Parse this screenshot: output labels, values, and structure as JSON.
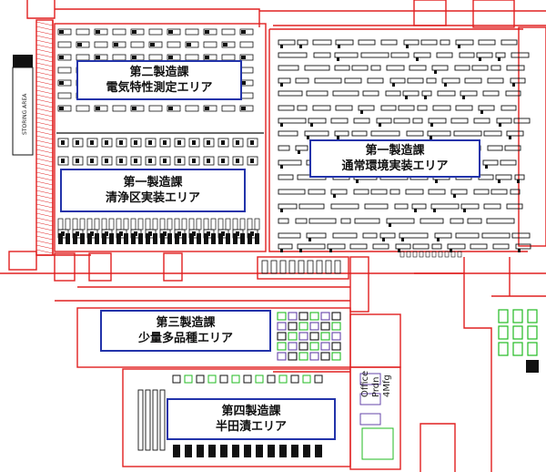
{
  "areas": {
    "second_electrical": {
      "line1": "第二製造課",
      "line2": "電気特性測定エリア"
    },
    "first_cleanroom": {
      "line1": "第一製造課",
      "line2": "清浄区実装エリア"
    },
    "first_normal": {
      "line1": "第一製造課",
      "line2": "通常環境実装エリア"
    },
    "third_small_lot": {
      "line1": "第三製造課",
      "line2": "少量多品種エリア"
    },
    "fourth_handa": {
      "line1": "第四製造課",
      "line2": "半田漬エリア"
    }
  },
  "labels": {
    "storage_area": "STORING AREA",
    "office_lines": [
      "4Mfg",
      "Prdn",
      "Office"
    ]
  },
  "colors": {
    "wall": "#e02020",
    "label_border": "#2233aa",
    "equipment": "#111111",
    "green": "#22bb22",
    "purple": "#6644aa"
  }
}
